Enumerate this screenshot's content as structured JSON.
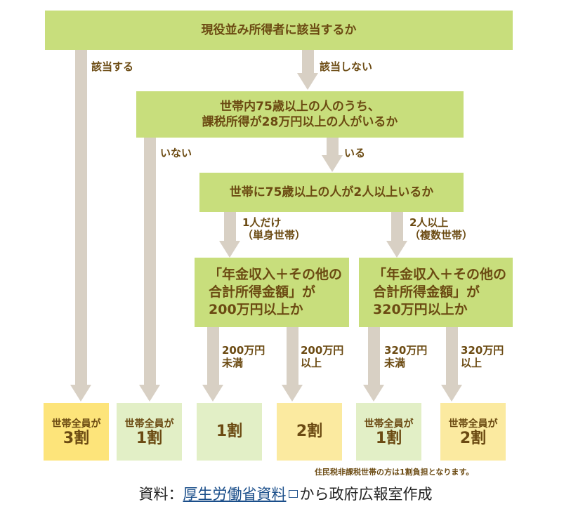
{
  "colors": {
    "question_bg": "#c8de7c",
    "arrow": "#d8d0c4",
    "text_brown": "#6b4a12",
    "result_yellow_strong": "#fde47a",
    "result_yellow_light": "#fbeaa0",
    "result_green_light": "#e2efc6",
    "link": "#1a4e8a"
  },
  "questions": {
    "q1": "現役並み所得者に該当するか",
    "q2": "世帯内75歳以上の人のうち、\n課税所得が28万円以上の人がいるか",
    "q3": "世帯に75歳以上の人が2人以上いるか",
    "q4a": "「年金収入＋その他の\n合計所得金額」が\n200万円以上か",
    "q4b": "「年金収入＋その他の\n合計所得金額」が\n320万円以上か"
  },
  "branches": {
    "q1_yes": "該当する",
    "q1_no": "該当しない",
    "q2_no": "いない",
    "q2_yes": "いる",
    "q3_single": "1人だけ\n（単身世帯）",
    "q3_multi": "2人以上\n（複数世帯）",
    "q4a_under": "200万円\n未満",
    "q4a_over": "200万円\n以上",
    "q4b_under": "320万円\n未満",
    "q4b_over": "320万円\n以上"
  },
  "results": [
    {
      "sub": "世帯全員が",
      "main": "3割"
    },
    {
      "sub": "世帯全員が",
      "main": "1割"
    },
    {
      "sub": "",
      "main": "1割"
    },
    {
      "sub": "",
      "main": "2割"
    },
    {
      "sub": "世帯全員が",
      "main": "1割"
    },
    {
      "sub": "世帯全員が",
      "main": "2割"
    }
  ],
  "note": "住民税非課税世帯の方は1割負担となります。",
  "source": {
    "prefix": "資料：",
    "link_text": "厚生労働省資料",
    "suffix": "から政府広報室作成",
    "link_icon": "external-link-icon"
  }
}
